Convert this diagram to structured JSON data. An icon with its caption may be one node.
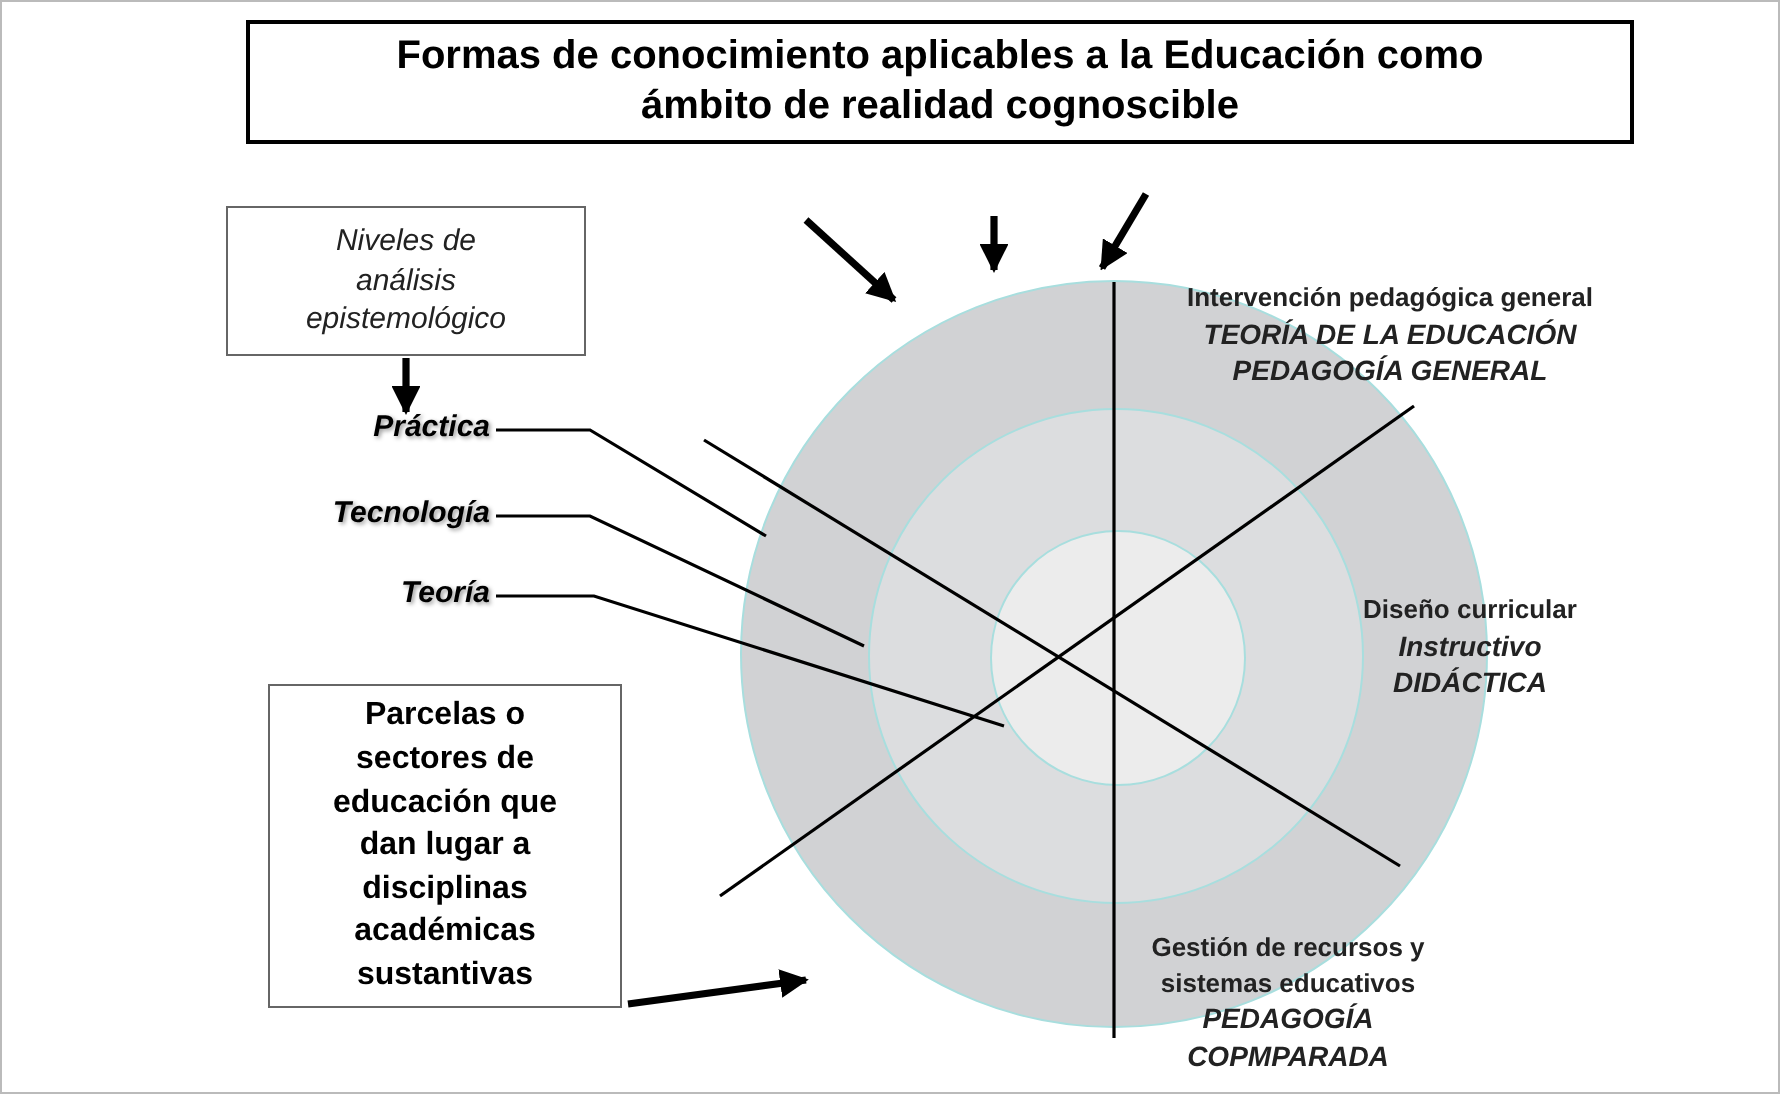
{
  "diagram": {
    "nodes": [
      {
        "text": [
          "Formas de conocimiento aplicables a la Educación como ámbito de realidad cognoscible"
        ]
      },
      {
        "text": [
          "Niveles de análisis epistemológico"
        ]
      },
      {
        "text": [
          "Práctica"
        ]
      },
      {
        "text": [
          "Tecnología"
        ]
      },
      {
        "text": [
          "Teoría"
        ]
      },
      {
        "text": [],
        "shape": "circle"
      },
      {
        "text": [],
        "shape": "circle",
        "in": 5
      },
      {
        "text": [],
        "shape": "circle",
        "in": 6
      },
      {
        "text": [
          "Intervención pedagógica general",
          "TEORÍA DE LA EDUCACIÓN",
          "PEDAGOGÍA GENERAL"
        ]
      },
      {
        "text": [
          "Diseño curricular",
          "Instructivo",
          "DIDÁCTICA"
        ]
      },
      {
        "text": [
          "Gestión de recursos y sistemas educativos",
          "PEDAGOGÍA COPMPARADA"
        ]
      },
      {
        "text": [
          "Parcelas o sectores de educación que dan lugar a disciplinas académicas sustantivas"
        ]
      }
    ],
    "edges": [
      {
        "from": 0,
        "to": 5,
        "arrow": "to"
      },
      {
        "from": 0,
        "to": 5,
        "arrow": "to"
      },
      {
        "from": 0,
        "to": 5,
        "arrow": "to"
      },
      {
        "from": 1,
        "to": 2,
        "arrow": "to"
      },
      {
        "from": 2,
        "to": 5,
        "arrow": "none"
      },
      {
        "from": 3,
        "to": 6,
        "arrow": "none"
      },
      {
        "from": 4,
        "to": 7,
        "arrow": "none"
      },
      {
        "from": 11,
        "to": 5,
        "arrow": "to"
      }
    ]
  }
}
